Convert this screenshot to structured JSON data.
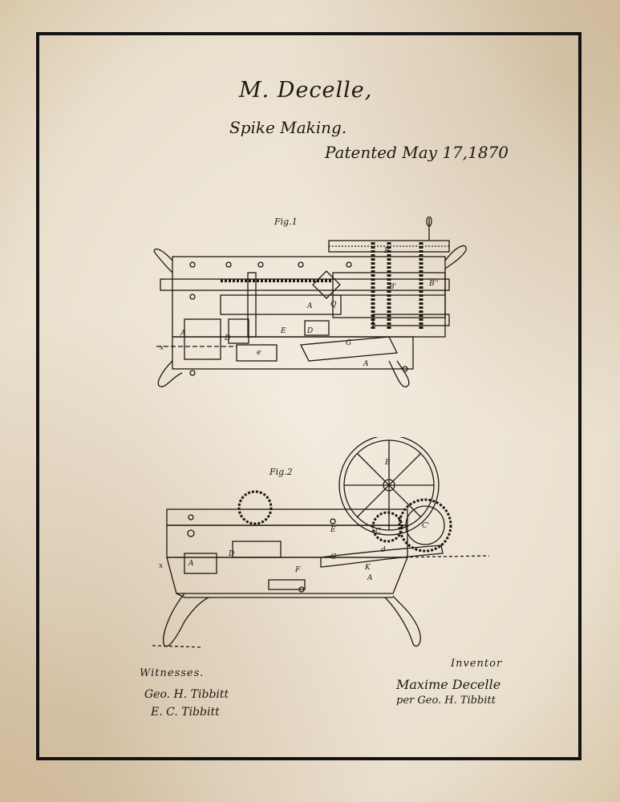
{
  "document": {
    "inventor_name": "M. Decelle,",
    "subject": "Spike Making.",
    "patent_date": "Patented May 17,1870"
  },
  "figures": {
    "fig1_label": "Fig.1",
    "fig2_label": "Fig.2"
  },
  "part_labels": {
    "fig1": [
      "B",
      "B'",
      "B''",
      "A",
      "Q",
      "A",
      "D",
      "E",
      "D",
      "G",
      "A",
      "e",
      "x"
    ],
    "fig2": [
      "B",
      "C",
      "C'",
      "E",
      "D",
      "A",
      "F",
      "G",
      "K",
      "A",
      "d",
      "x"
    ]
  },
  "signatures": {
    "witnesses_heading": "Witnesses.",
    "witness_1": "Geo. H. Tibbitt",
    "witness_2": "E. C. Tibbitt",
    "inventor_heading": "Inventor",
    "inventor_signature": "Maxime Decelle",
    "inventor_agent": "per Geo. H. Tibbitt"
  },
  "colors": {
    "paper": "#efe6d6",
    "ink": "#1c1914",
    "frame": "#141414"
  }
}
